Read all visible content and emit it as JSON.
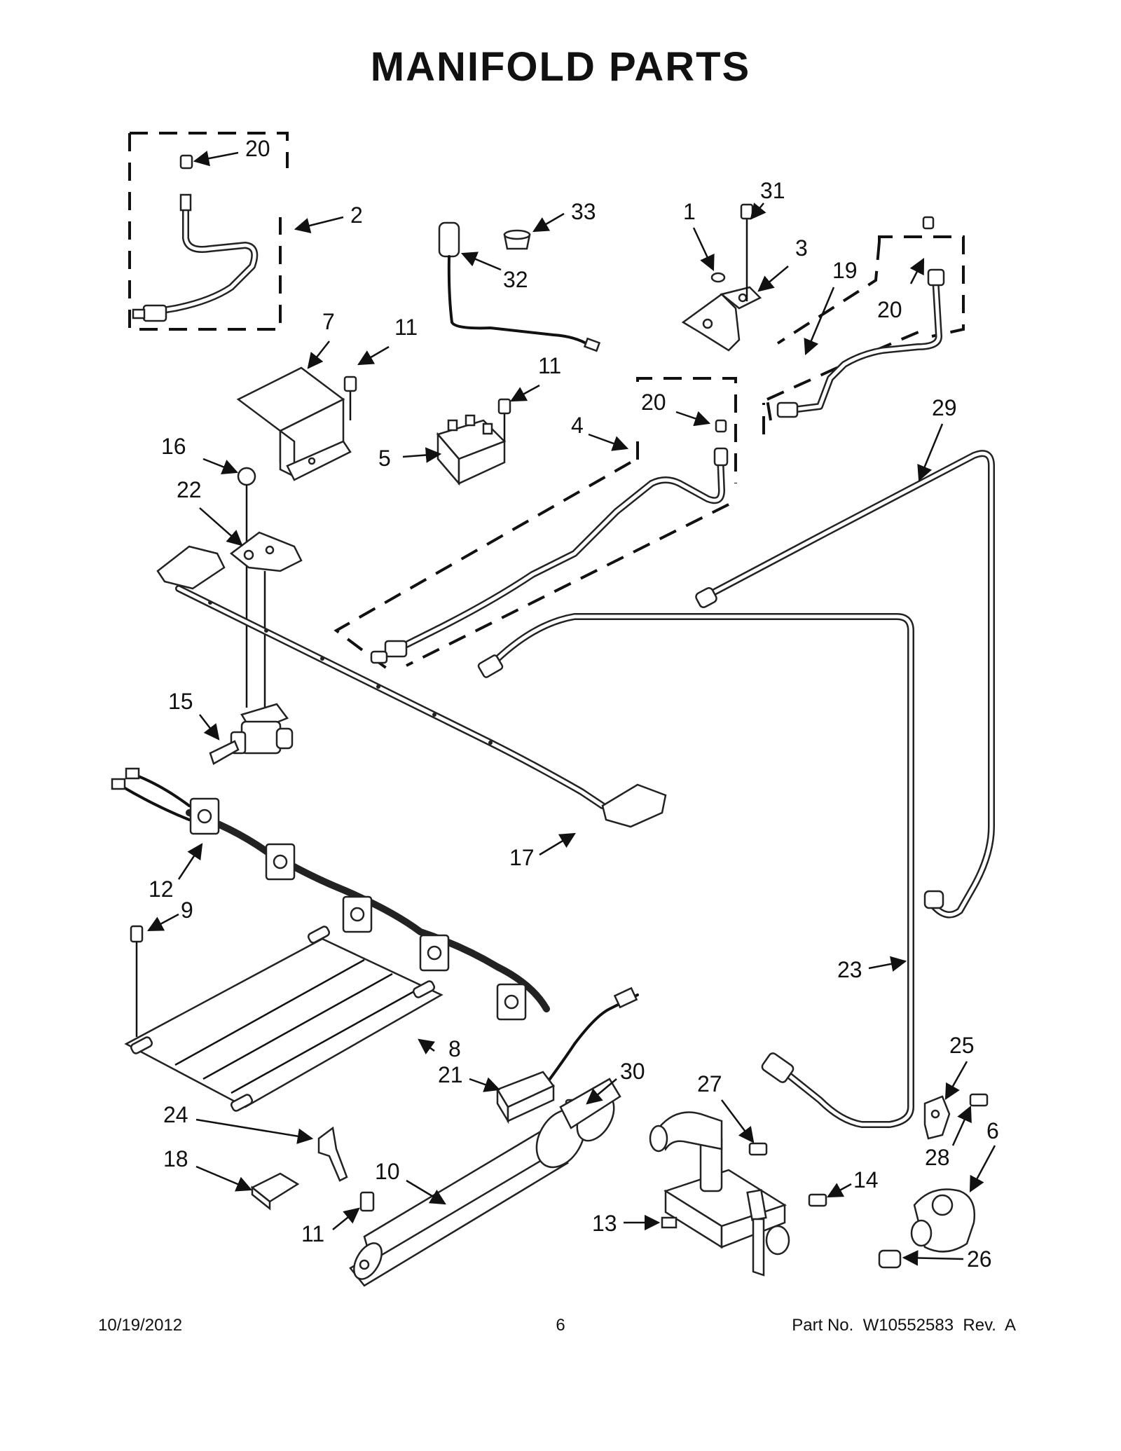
{
  "title": "MANIFOLD PARTS",
  "footer": {
    "date": "10/19/2012",
    "page": "6",
    "part_number": "Part No.  W10552583  Rev.  A"
  },
  "callouts": [
    {
      "id": "c20a",
      "label": "20"
    },
    {
      "id": "c2",
      "label": "2"
    },
    {
      "id": "c33",
      "label": "33"
    },
    {
      "id": "c32",
      "label": "32"
    },
    {
      "id": "c1",
      "label": "1"
    },
    {
      "id": "c31",
      "label": "31"
    },
    {
      "id": "c3",
      "label": "3"
    },
    {
      "id": "c19",
      "label": "19"
    },
    {
      "id": "c20b",
      "label": "20"
    },
    {
      "id": "c7",
      "label": "7"
    },
    {
      "id": "c11a",
      "label": "11"
    },
    {
      "id": "c11b",
      "label": "11"
    },
    {
      "id": "c20c",
      "label": "20"
    },
    {
      "id": "c4",
      "label": "4"
    },
    {
      "id": "c5",
      "label": "5"
    },
    {
      "id": "c16",
      "label": "16"
    },
    {
      "id": "c22",
      "label": "22"
    },
    {
      "id": "c29",
      "label": "29"
    },
    {
      "id": "c15",
      "label": "15"
    },
    {
      "id": "c17",
      "label": "17"
    },
    {
      "id": "c12",
      "label": "12"
    },
    {
      "id": "c9",
      "label": "9"
    },
    {
      "id": "c23",
      "label": "23"
    },
    {
      "id": "c8",
      "label": "8"
    },
    {
      "id": "c25",
      "label": "25"
    },
    {
      "id": "c21",
      "label": "21"
    },
    {
      "id": "c30",
      "label": "30"
    },
    {
      "id": "c27",
      "label": "27"
    },
    {
      "id": "c6",
      "label": "6"
    },
    {
      "id": "c24",
      "label": "24"
    },
    {
      "id": "c28",
      "label": "28"
    },
    {
      "id": "c18",
      "label": "18"
    },
    {
      "id": "c10",
      "label": "10"
    },
    {
      "id": "c14",
      "label": "14"
    },
    {
      "id": "c13",
      "label": "13"
    },
    {
      "id": "c11c",
      "label": "11"
    },
    {
      "id": "c26",
      "label": "26"
    }
  ]
}
